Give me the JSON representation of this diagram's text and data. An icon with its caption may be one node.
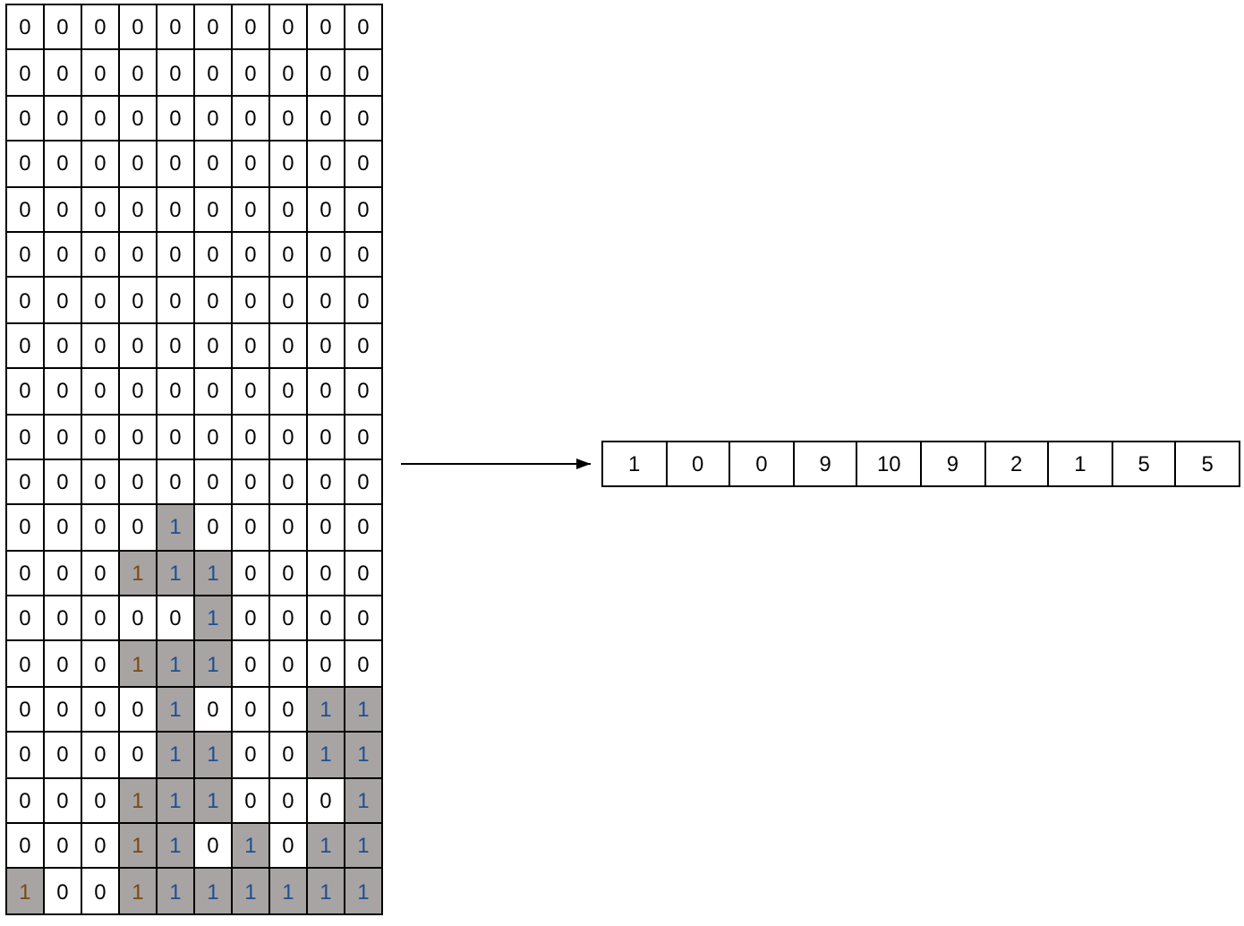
{
  "diagram": {
    "nodes": [
      {
        "text": [
          "0",
          "0",
          "0",
          "0",
          "0",
          "0",
          "0",
          "0",
          "0",
          "0",
          "0",
          "0",
          "0",
          "0",
          "0",
          "0",
          "0",
          "0",
          "0",
          "0",
          "0",
          "0",
          "0",
          "0",
          "0",
          "0",
          "0",
          "0",
          "0",
          "0",
          "0",
          "0",
          "0",
          "0",
          "0",
          "0",
          "0",
          "0",
          "0",
          "0",
          "0",
          "0",
          "0",
          "0",
          "0",
          "0",
          "0",
          "0",
          "0",
          "0",
          "0",
          "0",
          "0",
          "0",
          "0",
          "0",
          "0",
          "0",
          "0",
          "0",
          "0",
          "0",
          "0",
          "0",
          "0",
          "0",
          "0",
          "0",
          "0",
          "0",
          "0",
          "0",
          "0",
          "0",
          "0",
          "0",
          "0",
          "0",
          "0",
          "0",
          "0",
          "0",
          "0",
          "0",
          "0",
          "0",
          "0",
          "0",
          "0",
          "0",
          "0",
          "0",
          "0",
          "0",
          "0",
          "0",
          "0",
          "0",
          "0",
          "0",
          "0",
          "0",
          "0",
          "0",
          "0",
          "0",
          "0",
          "0",
          "0",
          "0",
          "0",
          "0",
          "0",
          "0",
          "1",
          "0",
          "0",
          "0",
          "0",
          "0",
          "0",
          "0",
          "0",
          "1",
          "1",
          "1",
          "0",
          "0",
          "0",
          "0",
          "0",
          "0",
          "0",
          "0",
          "0",
          "1",
          "0",
          "0",
          "0",
          "0",
          "0",
          "0",
          "0",
          "1",
          "1",
          "1",
          "0",
          "0",
          "0",
          "0",
          "0",
          "0",
          "0",
          "0",
          "1",
          "0",
          "0",
          "0",
          "1",
          "1",
          "0",
          "0",
          "0",
          "0",
          "1",
          "1",
          "0",
          "0",
          "1",
          "1",
          "0",
          "0",
          "0",
          "1",
          "1",
          "1",
          "0",
          "0",
          "0",
          "1",
          "0",
          "0",
          "0",
          "1",
          "1",
          "0",
          "1",
          "0",
          "1",
          "1",
          "1",
          "0",
          "0",
          "1",
          "1",
          "1",
          "1",
          "1",
          "1",
          "1"
        ]
      },
      {
        "text": [
          "1",
          "0",
          "0",
          "9",
          "10",
          "9",
          "2",
          "1",
          "5",
          "5"
        ]
      }
    ],
    "edges": [
      {
        "from": 0,
        "to": 1,
        "arrow": "to"
      }
    ]
  }
}
